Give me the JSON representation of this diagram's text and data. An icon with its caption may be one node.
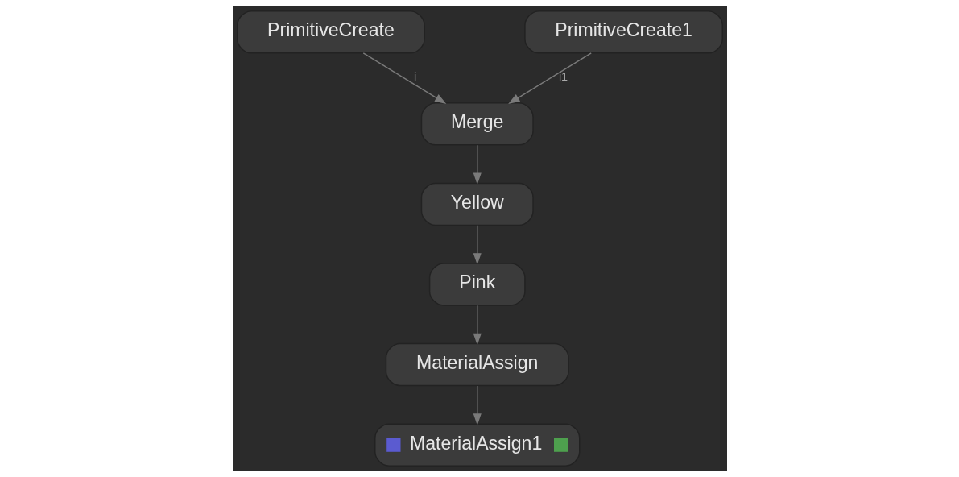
{
  "diagram": {
    "nodes": [
      {
        "text": [
          "PrimitiveCreate"
        ]
      },
      {
        "text": [
          "PrimitiveCreate1"
        ]
      },
      {
        "text": [
          "Merge"
        ]
      },
      {
        "text": [
          "Yellow"
        ]
      },
      {
        "text": [
          "Pink"
        ]
      },
      {
        "text": [
          "MaterialAssign"
        ]
      },
      {
        "text": [
          "MaterialAssign1"
        ]
      }
    ],
    "edges": [
      {
        "from": 0,
        "to": 2,
        "arrow": "to",
        "label": "i"
      },
      {
        "from": 1,
        "to": 2,
        "arrow": "to",
        "label": "i1"
      },
      {
        "from": 2,
        "to": 3,
        "arrow": "to"
      },
      {
        "from": 3,
        "to": 4,
        "arrow": "to"
      },
      {
        "from": 4,
        "to": 5,
        "arrow": "to"
      },
      {
        "from": 5,
        "to": 6,
        "arrow": "to"
      }
    ]
  }
}
